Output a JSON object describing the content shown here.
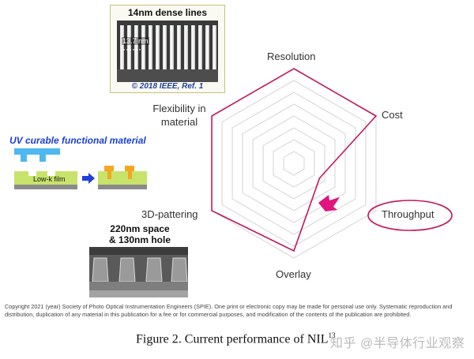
{
  "sem_image": {
    "title": "14nm dense lines",
    "measure": "13.7 nm",
    "credit": "© 2018 IEEE, Ref. 1"
  },
  "uv_material": {
    "title": "UV curable functional material",
    "film_label": "Low-k film"
  },
  "hole_image": {
    "title_line1": "220nm space",
    "title_line2": "& 130nm hole"
  },
  "chart_data": {
    "type": "radar",
    "axes": [
      "Resolution",
      "Cost",
      "Throughput",
      "Overlay",
      "3D-pattering",
      "Flexibility in material"
    ],
    "levels": 8,
    "max": 8,
    "series": [
      {
        "values": [
          8,
          8,
          2.5,
          7.4,
          8,
          8
        ],
        "color": "#c2185b"
      }
    ],
    "grid": true,
    "highlight": {
      "axis": "Throughput",
      "shape": "ellipse",
      "color": "#c2185b"
    },
    "arrow": {
      "toward": "Throughput",
      "color": "#e0157f"
    }
  },
  "copyright": "Copyright 2021 (year) Society of Photo Optical Instrumentation Engineers (SPIE). One print or electronic copy may be made for personal use only. Systematic reproduction and distribution, duplication of any material in this publication for a fee or for commercial purposes, and modification of the contents of the publication are prohibited.",
  "caption": "Figure 2.  Current performance of NIL",
  "caption_sup": "13",
  "watermark": "知乎 @半导体行业观察"
}
